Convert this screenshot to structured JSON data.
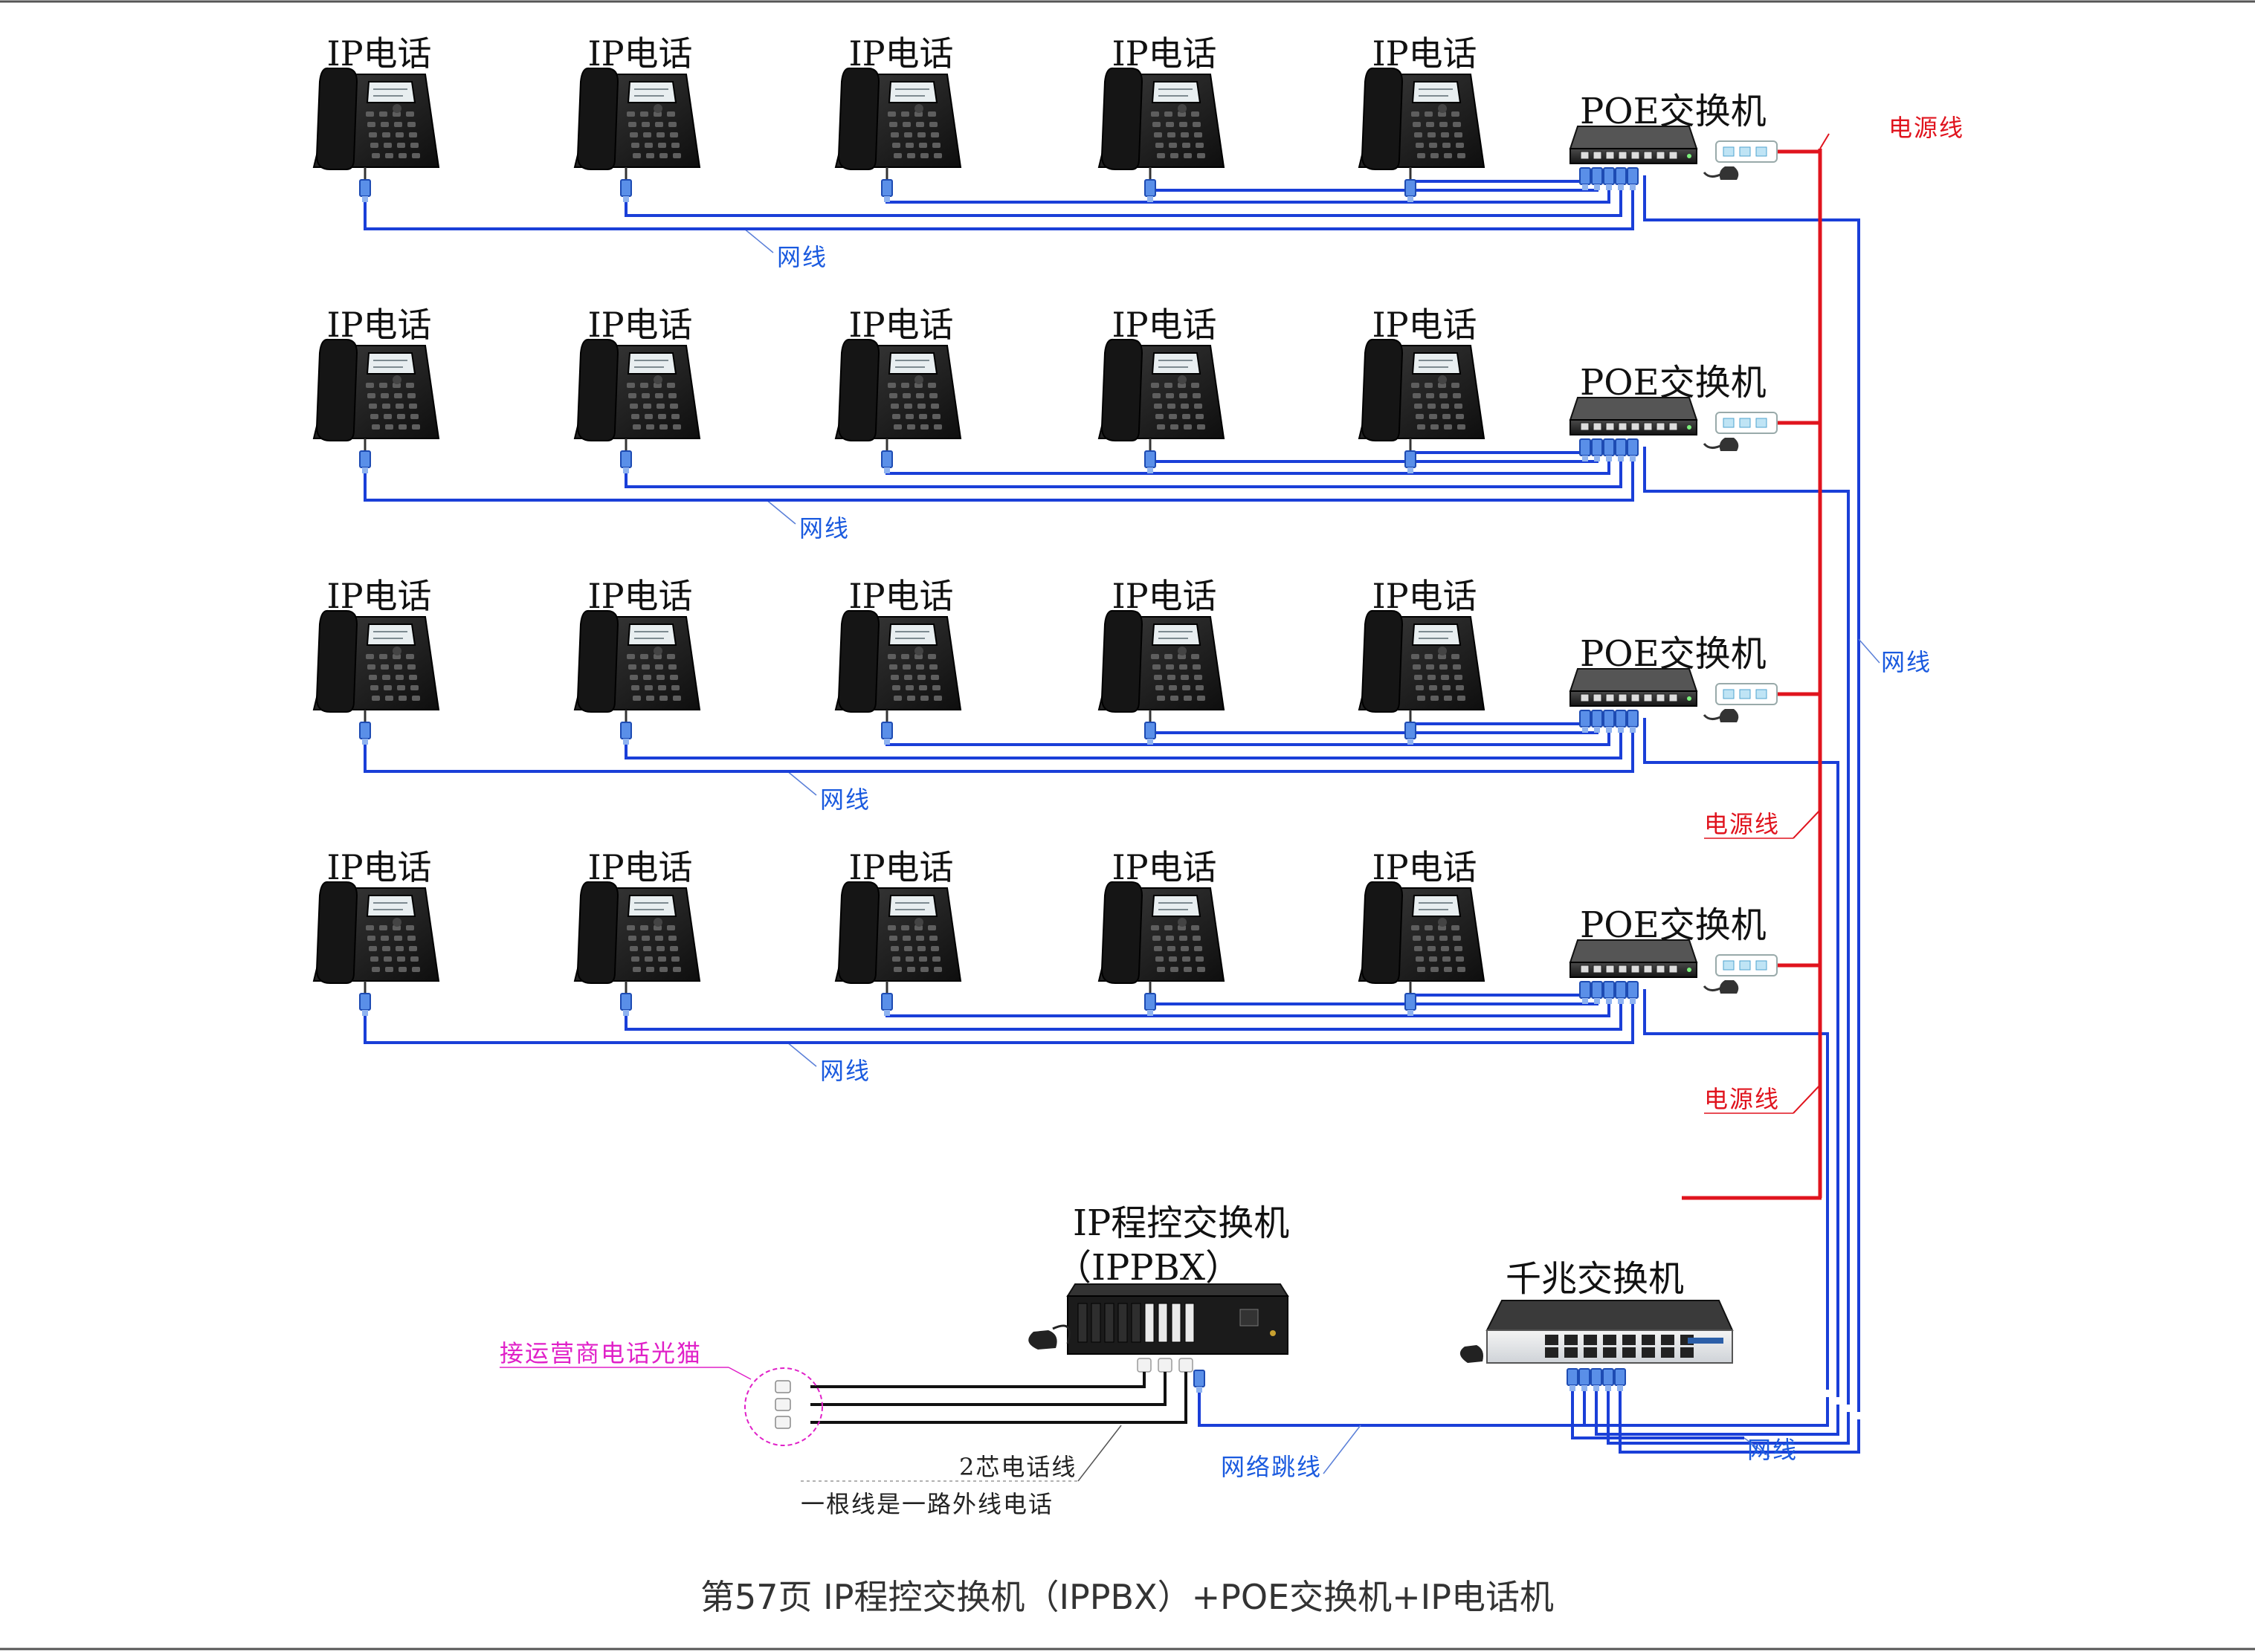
{
  "diagram": {
    "caption": "第57页  IP程控交换机（IPPBX）+POE交换机+IP电话机",
    "rows": [
      {
        "phones": [
          "IP电话",
          "IP电话",
          "IP电话",
          "IP电话",
          "IP电话"
        ],
        "switch_label": "POE交换机",
        "cable_label": "网线"
      },
      {
        "phones": [
          "IP电话",
          "IP电话",
          "IP电话",
          "IP电话",
          "IP电话"
        ],
        "switch_label": "POE交换机",
        "cable_label": "网线"
      },
      {
        "phones": [
          "IP电话",
          "IP电话",
          "IP电话",
          "IP电话",
          "IP电话"
        ],
        "switch_label": "POE交换机",
        "cable_label": "网线"
      },
      {
        "phones": [
          "IP电话",
          "IP电话",
          "IP电话",
          "IP电话",
          "IP电话"
        ],
        "switch_label": "POE交换机",
        "cable_label": "网线"
      }
    ],
    "power_labels": [
      "电源线",
      "电源线",
      "电源线"
    ],
    "trunk_cable_label": "网线",
    "ippbx": {
      "label_line1": "IP程控交换机",
      "label_line2": "（IPPBX）"
    },
    "gigabit_switch": {
      "label": "千兆交换机"
    },
    "isp_label": "接运营商电话光猫",
    "phone_line_label": "2芯电话线",
    "phone_line_note": "一根线是一路外线电话",
    "patch_cable_label": "网络跳线",
    "bottom_cable_label": "网线",
    "colors": {
      "network": "#1a3fd8",
      "power": "#e0141e",
      "isp": "#e020c8",
      "device": "#1c1c1c"
    },
    "icons": [
      "ip-phone-icon",
      "poe-switch-icon",
      "power-strip-icon",
      "ippbx-icon",
      "gigabit-switch-icon",
      "phone-jack-icon"
    ]
  }
}
